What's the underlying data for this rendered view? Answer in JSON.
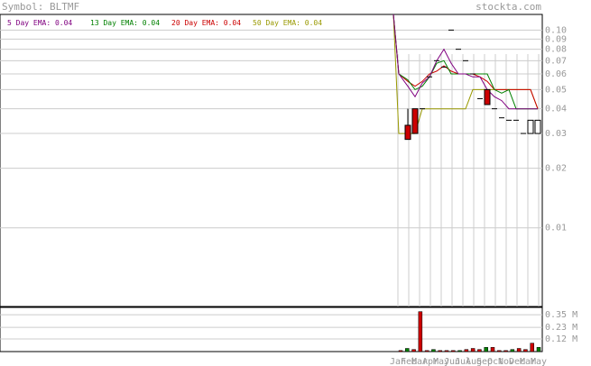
{
  "header": {
    "symbol_label": "Symbol: BLTMF",
    "site": "stockta.com"
  },
  "legend": [
    {
      "label": "5 Day EMA: 0.04",
      "color": "#800080"
    },
    {
      "label": "13 Day EMA: 0.04",
      "color": "#008000"
    },
    {
      "label": "20 Day EMA: 0.04",
      "color": "#cc0000"
    },
    {
      "label": "50 Day EMA: 0.04",
      "color": "#999900"
    }
  ],
  "colors": {
    "header_text": "#999999",
    "grid": "#cccccc",
    "axis_text": "#999999",
    "up_candle": "#ffffff",
    "down_candle": "#cc0000",
    "volume_bar": "#cc0000",
    "volume_bar_green": "#008000"
  },
  "chart_data": {
    "type": "candlestick",
    "price_scale": "log",
    "ylim": [
      0.004,
      0.12
    ],
    "y_ticks": [
      {
        "value": 0.1,
        "label": "0.10"
      },
      {
        "value": 0.09,
        "label": "0.09"
      },
      {
        "value": 0.08,
        "label": "0.08"
      },
      {
        "value": 0.07,
        "label": "0.07"
      },
      {
        "value": 0.06,
        "label": "0.06"
      },
      {
        "value": 0.05,
        "label": "0.05"
      },
      {
        "value": 0.04,
        "label": "0.04"
      },
      {
        "value": 0.03,
        "label": "0.03"
      },
      {
        "value": 0.02,
        "label": "0.02"
      },
      {
        "value": 0.01,
        "label": "0.01"
      }
    ],
    "months": [
      "Jan",
      "Feb",
      "Mar",
      "Apr",
      "May",
      "Jun",
      "Jul",
      "Aug",
      "Sep",
      "Oct",
      "Nov",
      "Dec",
      "Mar",
      "May"
    ],
    "candles": [
      {
        "o": 0.033,
        "h": 0.04,
        "l": 0.029,
        "c": 0.028
      },
      {
        "o": 0.04,
        "h": 0.04,
        "l": 0.03,
        "c": 0.03
      },
      {
        "o": 0.04,
        "h": 0.04,
        "l": 0.029,
        "c": 0.04
      },
      {
        "o": 0.058,
        "h": 0.058,
        "l": 0.058,
        "c": 0.058
      },
      {
        "o": 0.07,
        "h": 0.07,
        "l": 0.07,
        "c": 0.07
      },
      {
        "o": 0.065,
        "h": 0.065,
        "l": 0.065,
        "c": 0.065
      },
      {
        "o": 0.1,
        "h": 0.1,
        "l": 0.1,
        "c": 0.1
      },
      {
        "o": 0.08,
        "h": 0.08,
        "l": 0.08,
        "c": 0.08
      },
      {
        "o": 0.07,
        "h": 0.07,
        "l": 0.07,
        "c": 0.07
      },
      {
        "o": 0.06,
        "h": 0.06,
        "l": 0.06,
        "c": 0.06
      },
      {
        "o": 0.045,
        "h": 0.045,
        "l": 0.045,
        "c": 0.045
      },
      {
        "o": 0.05,
        "h": 0.05,
        "l": 0.042,
        "c": 0.042
      },
      {
        "o": 0.04,
        "h": 0.04,
        "l": 0.04,
        "c": 0.04
      },
      {
        "o": 0.036,
        "h": 0.036,
        "l": 0.036,
        "c": 0.036
      },
      {
        "o": 0.035,
        "h": 0.035,
        "l": 0.035,
        "c": 0.035
      },
      {
        "o": 0.035,
        "h": 0.035,
        "l": 0.035,
        "c": 0.035
      },
      {
        "o": 0.03,
        "h": 0.03,
        "l": 0.03,
        "c": 0.03
      },
      {
        "o": 0.03,
        "h": 0.035,
        "l": 0.03,
        "c": 0.035
      },
      {
        "o": 0.03,
        "h": 0.035,
        "l": 0.03,
        "c": 0.035
      }
    ],
    "ema5": [
      0.12,
      0.06,
      0.052,
      0.046,
      0.054,
      0.058,
      0.07,
      0.08,
      0.068,
      0.06,
      0.06,
      0.058,
      0.058,
      0.05,
      0.046,
      0.044,
      0.04,
      0.04,
      0.04,
      0.04,
      0.04
    ],
    "ema13": [
      0.12,
      0.06,
      0.056,
      0.05,
      0.052,
      0.058,
      0.068,
      0.07,
      0.06,
      0.06,
      0.06,
      0.06,
      0.06,
      0.06,
      0.05,
      0.048,
      0.05,
      0.04,
      0.04,
      0.04,
      0.04
    ],
    "ema20": [
      0.12,
      0.06,
      0.055,
      0.052,
      0.055,
      0.06,
      0.062,
      0.066,
      0.062,
      0.06,
      0.06,
      0.06,
      0.058,
      0.055,
      0.05,
      0.05,
      0.05,
      0.05,
      0.05,
      0.05,
      0.04
    ],
    "ema50": [
      0.12,
      0.03,
      0.03,
      0.03,
      0.04,
      0.04,
      0.04,
      0.04,
      0.04,
      0.04,
      0.04,
      0.05,
      0.05,
      0.05,
      0.05,
      0.05,
      0.05,
      0.05,
      0.05,
      0.05,
      0.04
    ],
    "volume": {
      "ylim": [
        0,
        0.42
      ],
      "unit": "M",
      "ticks": [
        {
          "value": 0.35,
          "label": "0.35 M"
        },
        {
          "value": 0.23,
          "label": "0.23 M"
        },
        {
          "value": 0.12,
          "label": "0.12 M"
        }
      ],
      "values": [
        0.01,
        0.03,
        0.02,
        0.38,
        0.01,
        0.02,
        0.01,
        0.01,
        0.01,
        0.01,
        0.02,
        0.03,
        0.02,
        0.04,
        0.04,
        0.01,
        0.01,
        0.02,
        0.03,
        0.02,
        0.08,
        0.04
      ]
    }
  }
}
